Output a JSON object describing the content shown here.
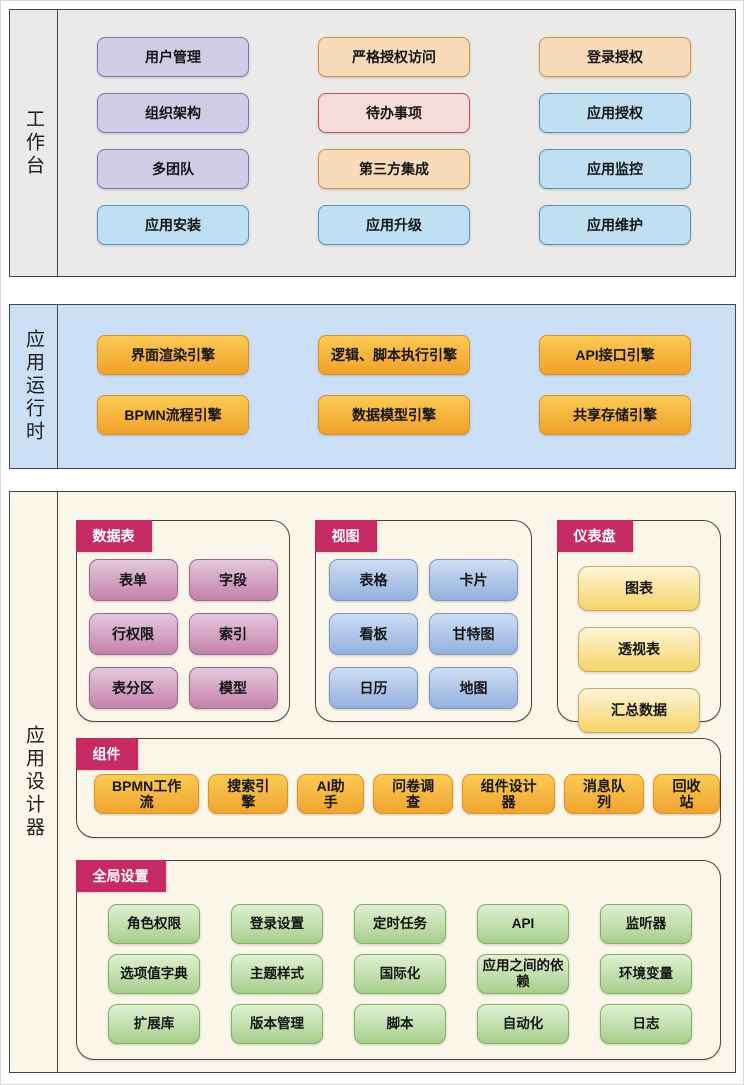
{
  "workbench": {
    "label": "工作台",
    "items": [
      {
        "label": "用户管理",
        "style": "lavender"
      },
      {
        "label": "严格授权访问",
        "style": "peach"
      },
      {
        "label": "登录授权",
        "style": "peach"
      },
      {
        "label": "组织架构",
        "style": "lavender"
      },
      {
        "label": "待办事项",
        "style": "pink"
      },
      {
        "label": "应用授权",
        "style": "sky"
      },
      {
        "label": "多团队",
        "style": "lavender"
      },
      {
        "label": "第三方集成",
        "style": "peach"
      },
      {
        "label": "应用监控",
        "style": "sky"
      },
      {
        "label": "应用安装",
        "style": "sky"
      },
      {
        "label": "应用升级",
        "style": "sky"
      },
      {
        "label": "应用维护",
        "style": "sky"
      }
    ]
  },
  "runtime": {
    "label": "应用运行时",
    "items": [
      "界面渲染引擎",
      "逻辑、脚本执行引擎",
      "API接口引擎",
      "BPMN流程引擎",
      "数据模型引擎",
      "共享存储引擎"
    ]
  },
  "designer": {
    "label": "应用设计器",
    "groups": [
      {
        "label": "数据表",
        "items": [
          "表单",
          "字段",
          "行权限",
          "索引",
          "表分区",
          "模型"
        ]
      },
      {
        "label": "视图",
        "items": [
          "表格",
          "卡片",
          "看板",
          "甘特图",
          "日历",
          "地图"
        ]
      },
      {
        "label": "仪表盘",
        "items": [
          "图表",
          "透视表",
          "汇总数据"
        ]
      },
      {
        "label": "组件",
        "items": [
          "BPMN工作流",
          "搜索引擎",
          "AI助手",
          "问卷调查",
          "组件设计器",
          "消息队列",
          "回收站"
        ]
      },
      {
        "label": "全局设置",
        "items": [
          "角色权限",
          "登录设置",
          "定时任务",
          "API",
          "监听器",
          "选项值字典",
          "主题样式",
          "国际化",
          "应用之间的依赖",
          "环境变量",
          "扩展库",
          "版本管理",
          "脚本",
          "自动化",
          "日志"
        ]
      }
    ]
  },
  "colors": {
    "group_tab": "#c62a62",
    "workbench_bg": "#eceae8",
    "runtime_bg": "#cbdff7",
    "designer_bg": "#faf6ea",
    "gold_node_top": "#fbcb55",
    "gold_node_bottom": "#f0a02a",
    "green_node_top": "#e0f0d2",
    "green_node_bottom": "#a7cf8c"
  }
}
